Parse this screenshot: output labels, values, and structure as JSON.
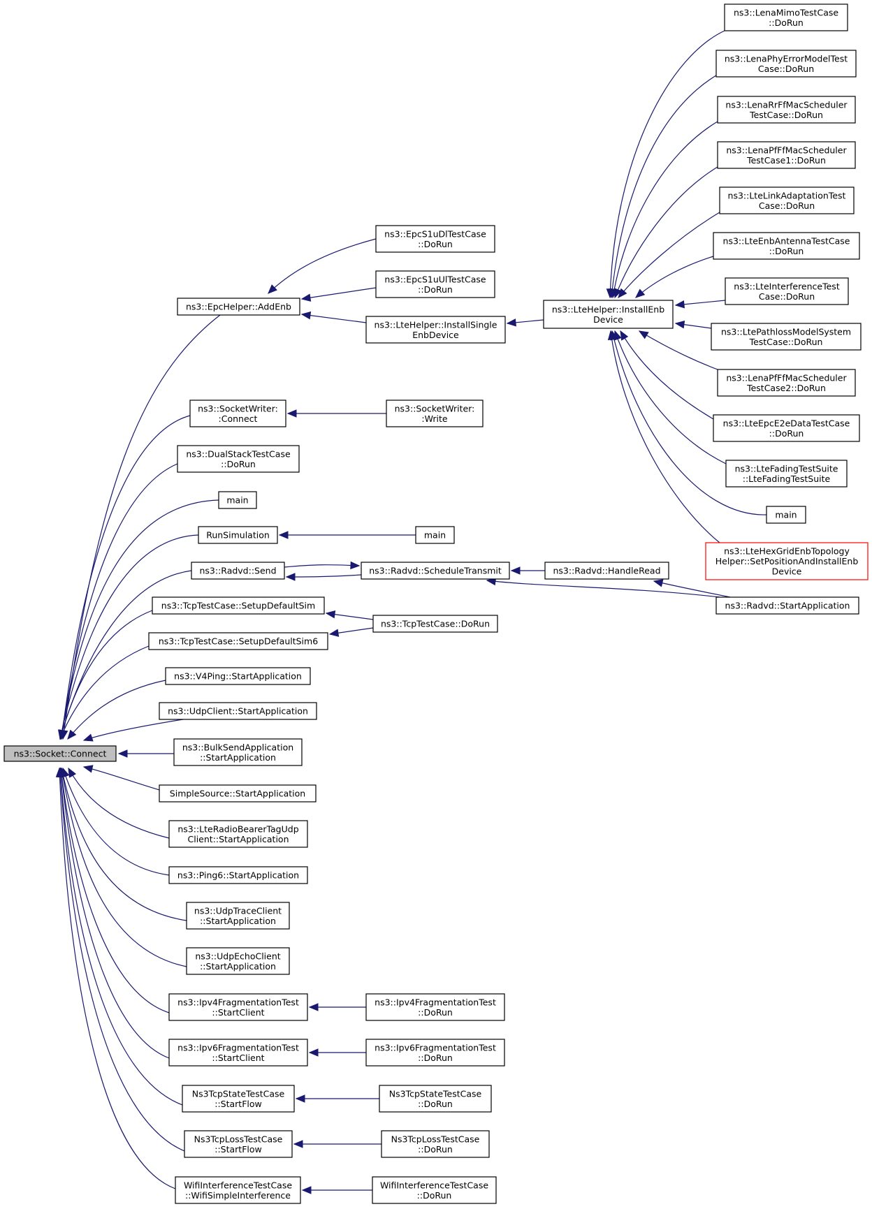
{
  "graph": {
    "colors": {
      "edge": "#191970",
      "focus_fill": "#bfbfbf",
      "border": "#000000",
      "truncated_border": "#ff0000"
    },
    "focus": "n_connect",
    "nodes": [
      {
        "id": "n_connect",
        "lines": [
          "ns3::Socket::Connect"
        ],
        "style": "focus"
      },
      {
        "id": "n_addenb",
        "lines": [
          "ns3::EpcHelper::AddEnb"
        ]
      },
      {
        "id": "n_s1dl",
        "lines": [
          "ns3::EpcS1uDlTestCase",
          "::DoRun"
        ]
      },
      {
        "id": "n_s1ul",
        "lines": [
          "ns3::EpcS1uUlTestCase",
          "::DoRun"
        ]
      },
      {
        "id": "n_installsingle",
        "lines": [
          "ns3::LteHelper::InstallSingle",
          "EnbDevice"
        ]
      },
      {
        "id": "n_installenb",
        "lines": [
          "ns3::LteHelper::InstallEnb",
          "Device"
        ]
      },
      {
        "id": "n_mimo",
        "lines": [
          "ns3::LenaMimoTestCase",
          "::DoRun"
        ]
      },
      {
        "id": "n_phyerr",
        "lines": [
          "ns3::LenaPhyErrorModelTest",
          "Case::DoRun"
        ]
      },
      {
        "id": "n_rrff",
        "lines": [
          "ns3::LenaRrFfMacScheduler",
          "TestCase::DoRun"
        ]
      },
      {
        "id": "n_pfff1",
        "lines": [
          "ns3::LenaPfFfMacScheduler",
          "TestCase1::DoRun"
        ]
      },
      {
        "id": "n_linkadapt",
        "lines": [
          "ns3::LteLinkAdaptationTest",
          "Case::DoRun"
        ]
      },
      {
        "id": "n_antenna",
        "lines": [
          "ns3::LteEnbAntennaTestCase",
          "::DoRun"
        ]
      },
      {
        "id": "n_interf",
        "lines": [
          "ns3::LteInterferenceTest",
          "Case::DoRun"
        ]
      },
      {
        "id": "n_pathloss",
        "lines": [
          "ns3::LtePathlossModelSystem",
          "TestCase::DoRun"
        ]
      },
      {
        "id": "n_pfff2",
        "lines": [
          "ns3::LenaPfFfMacScheduler",
          "TestCase2::DoRun"
        ]
      },
      {
        "id": "n_epce2e",
        "lines": [
          "ns3::LteEpcE2eDataTestCase",
          "::DoRun"
        ]
      },
      {
        "id": "n_fading",
        "lines": [
          "ns3::LteFadingTestSuite",
          "::LteFadingTestSuite"
        ]
      },
      {
        "id": "n_main_lte",
        "lines": [
          "main"
        ]
      },
      {
        "id": "n_hexgrid",
        "lines": [
          "ns3::LteHexGridEnbTopology",
          "Helper::SetPositionAndInstallEnb",
          "Device"
        ],
        "style": "truncated"
      },
      {
        "id": "n_swconnect",
        "lines": [
          "ns3::SocketWriter:",
          ":Connect"
        ]
      },
      {
        "id": "n_swwrite",
        "lines": [
          "ns3::SocketWriter:",
          ":Write"
        ]
      },
      {
        "id": "n_dualstack",
        "lines": [
          "ns3::DualStackTestCase",
          "::DoRun"
        ]
      },
      {
        "id": "n_main1",
        "lines": [
          "main"
        ]
      },
      {
        "id": "n_runsim",
        "lines": [
          "RunSimulation"
        ]
      },
      {
        "id": "n_main2",
        "lines": [
          "main"
        ]
      },
      {
        "id": "n_radvdsend",
        "lines": [
          "ns3::Radvd::Send"
        ]
      },
      {
        "id": "n_sched",
        "lines": [
          "ns3::Radvd::ScheduleTransmit"
        ]
      },
      {
        "id": "n_handleread",
        "lines": [
          "ns3::Radvd::HandleRead"
        ]
      },
      {
        "id": "n_radvdstart",
        "lines": [
          "ns3::Radvd::StartApplication"
        ]
      },
      {
        "id": "n_tcpsetup",
        "lines": [
          "ns3::TcpTestCase::SetupDefaultSim"
        ]
      },
      {
        "id": "n_tcpsetup6",
        "lines": [
          "ns3::TcpTestCase::SetupDefaultSim6"
        ]
      },
      {
        "id": "n_tcpdorun",
        "lines": [
          "ns3::TcpTestCase::DoRun"
        ]
      },
      {
        "id": "n_v4ping",
        "lines": [
          "ns3::V4Ping::StartApplication"
        ]
      },
      {
        "id": "n_udpclient",
        "lines": [
          "ns3::UdpClient::StartApplication"
        ]
      },
      {
        "id": "n_bulksend",
        "lines": [
          "ns3::BulkSendApplication",
          "::StartApplication"
        ]
      },
      {
        "id": "n_simplesource",
        "lines": [
          "SimpleSource::StartApplication"
        ]
      },
      {
        "id": "n_lteradio",
        "lines": [
          "ns3::LteRadioBearerTagUdp",
          "Client::StartApplication"
        ]
      },
      {
        "id": "n_ping6",
        "lines": [
          "ns3::Ping6::StartApplication"
        ]
      },
      {
        "id": "n_udptrace",
        "lines": [
          "ns3::UdpTraceClient",
          "::StartApplication"
        ]
      },
      {
        "id": "n_udpecho",
        "lines": [
          "ns3::UdpEchoClient",
          "::StartApplication"
        ]
      },
      {
        "id": "n_ipv4frag",
        "lines": [
          "ns3::Ipv4FragmentationTest",
          "::StartClient"
        ]
      },
      {
        "id": "n_ipv4fragrun",
        "lines": [
          "ns3::Ipv4FragmentationTest",
          "::DoRun"
        ]
      },
      {
        "id": "n_ipv6frag",
        "lines": [
          "ns3::Ipv6FragmentationTest",
          "::StartClient"
        ]
      },
      {
        "id": "n_ipv6fragrun",
        "lines": [
          "ns3::Ipv6FragmentationTest",
          "::DoRun"
        ]
      },
      {
        "id": "n_tcpstate",
        "lines": [
          "Ns3TcpStateTestCase",
          "::StartFlow"
        ]
      },
      {
        "id": "n_tcpstaterun",
        "lines": [
          "Ns3TcpStateTestCase",
          "::DoRun"
        ]
      },
      {
        "id": "n_tcploss",
        "lines": [
          "Ns3TcpLossTestCase",
          "::StartFlow"
        ]
      },
      {
        "id": "n_tcplossrun",
        "lines": [
          "Ns3TcpLossTestCase",
          "::DoRun"
        ]
      },
      {
        "id": "n_wifiint",
        "lines": [
          "WifiInterferenceTestCase",
          "::WifiSimpleInterference"
        ]
      },
      {
        "id": "n_wifiintrun",
        "lines": [
          "WifiInterferenceTestCase",
          "::DoRun"
        ]
      }
    ],
    "edges": [
      {
        "from": "n_addenb",
        "to": "n_connect"
      },
      {
        "from": "n_swconnect",
        "to": "n_connect"
      },
      {
        "from": "n_dualstack",
        "to": "n_connect"
      },
      {
        "from": "n_main1",
        "to": "n_connect"
      },
      {
        "from": "n_runsim",
        "to": "n_connect"
      },
      {
        "from": "n_radvdsend",
        "to": "n_connect"
      },
      {
        "from": "n_tcpsetup",
        "to": "n_connect"
      },
      {
        "from": "n_tcpsetup6",
        "to": "n_connect"
      },
      {
        "from": "n_v4ping",
        "to": "n_connect"
      },
      {
        "from": "n_udpclient",
        "to": "n_connect"
      },
      {
        "from": "n_bulksend",
        "to": "n_connect"
      },
      {
        "from": "n_simplesource",
        "to": "n_connect"
      },
      {
        "from": "n_lteradio",
        "to": "n_connect"
      },
      {
        "from": "n_ping6",
        "to": "n_connect"
      },
      {
        "from": "n_udptrace",
        "to": "n_connect"
      },
      {
        "from": "n_udpecho",
        "to": "n_connect"
      },
      {
        "from": "n_ipv4frag",
        "to": "n_connect"
      },
      {
        "from": "n_ipv6frag",
        "to": "n_connect"
      },
      {
        "from": "n_tcpstate",
        "to": "n_connect"
      },
      {
        "from": "n_tcploss",
        "to": "n_connect"
      },
      {
        "from": "n_wifiint",
        "to": "n_connect"
      },
      {
        "from": "n_s1dl",
        "to": "n_addenb"
      },
      {
        "from": "n_s1ul",
        "to": "n_addenb"
      },
      {
        "from": "n_installsingle",
        "to": "n_addenb"
      },
      {
        "from": "n_installenb",
        "to": "n_installsingle"
      },
      {
        "from": "n_mimo",
        "to": "n_installenb"
      },
      {
        "from": "n_phyerr",
        "to": "n_installenb"
      },
      {
        "from": "n_rrff",
        "to": "n_installenb"
      },
      {
        "from": "n_pfff1",
        "to": "n_installenb"
      },
      {
        "from": "n_linkadapt",
        "to": "n_installenb"
      },
      {
        "from": "n_antenna",
        "to": "n_installenb"
      },
      {
        "from": "n_interf",
        "to": "n_installenb"
      },
      {
        "from": "n_pathloss",
        "to": "n_installenb"
      },
      {
        "from": "n_pfff2",
        "to": "n_installenb"
      },
      {
        "from": "n_epce2e",
        "to": "n_installenb"
      },
      {
        "from": "n_fading",
        "to": "n_installenb"
      },
      {
        "from": "n_main_lte",
        "to": "n_installenb"
      },
      {
        "from": "n_hexgrid",
        "to": "n_installenb"
      },
      {
        "from": "n_swwrite",
        "to": "n_swconnect"
      },
      {
        "from": "n_main2",
        "to": "n_runsim"
      },
      {
        "from": "n_sched",
        "to": "n_radvdsend"
      },
      {
        "from": "n_radvdsend",
        "to": "n_sched"
      },
      {
        "from": "n_handleread",
        "to": "n_sched"
      },
      {
        "from": "n_radvdstart",
        "to": "n_sched"
      },
      {
        "from": "n_radvdstart",
        "to": "n_handleread"
      },
      {
        "from": "n_tcpdorun",
        "to": "n_tcpsetup"
      },
      {
        "from": "n_tcpdorun",
        "to": "n_tcpsetup6"
      },
      {
        "from": "n_ipv4fragrun",
        "to": "n_ipv4frag"
      },
      {
        "from": "n_ipv6fragrun",
        "to": "n_ipv6frag"
      },
      {
        "from": "n_tcpstaterun",
        "to": "n_tcpstate"
      },
      {
        "from": "n_tcplossrun",
        "to": "n_tcploss"
      },
      {
        "from": "n_wifiintrun",
        "to": "n_wifiint"
      }
    ]
  }
}
